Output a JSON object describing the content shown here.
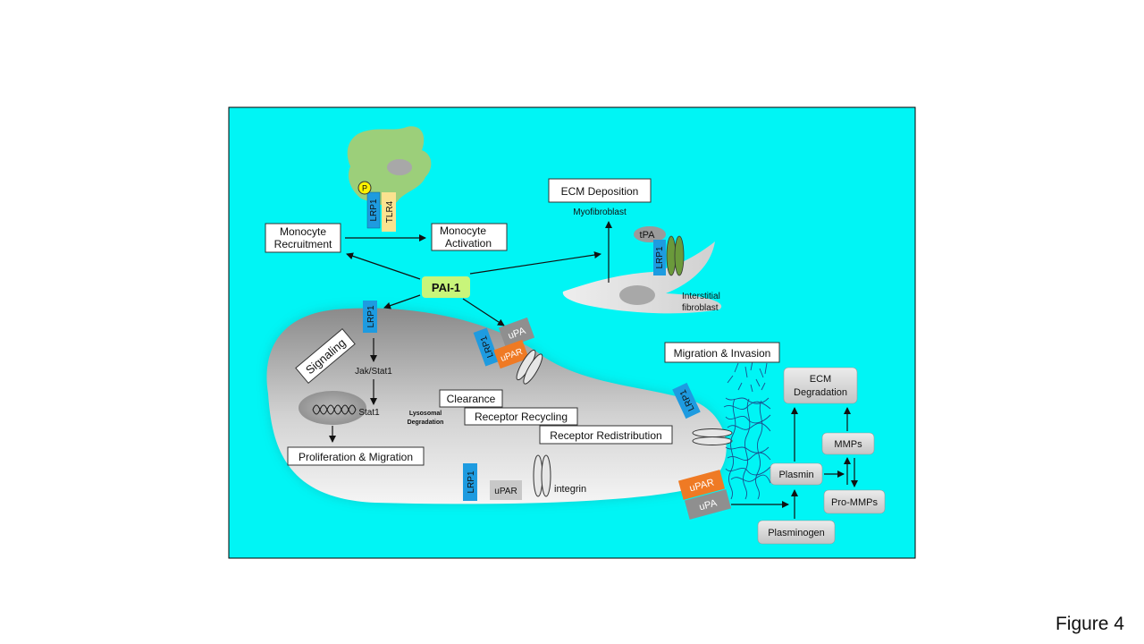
{
  "figure_label": "Figure 4",
  "center": "PAI-1",
  "monocyte": {
    "phospho": "P",
    "lrp1": "LRP1",
    "tlr4": "TLR4",
    "recruitment": [
      "Monocyte",
      "Recruitment"
    ],
    "activation": [
      "Monocyte",
      "Activation"
    ]
  },
  "fibroblast": {
    "ecm_deposition": "ECM Deposition",
    "myofibroblast": "Myofibroblast",
    "tpa": "tPA",
    "lrp1": "LRP1",
    "interstitial": [
      "Interstitial",
      "fibroblast"
    ]
  },
  "cell": {
    "lrp1_top": "LRP1",
    "signaling": "Signaling",
    "jak_stat": "Jak/Stat1",
    "stat1": "Stat1",
    "proliferation": "Proliferation & Migration",
    "lrp1_complex": "LRP1",
    "upa": "uPA",
    "upar": "uPAR",
    "clearance": "Clearance",
    "recycling": "Receptor Recycling",
    "redistribution": "Receptor Redistribution",
    "lysosomal": [
      "Lysosomal",
      "Degradation"
    ],
    "lrp1_bottom": "LRP1",
    "upar_bottom": "uPAR",
    "integrin": "integrin",
    "lrp1_right": "LRP1"
  },
  "proteolysis": {
    "migration_invasion": "Migration & Invasion",
    "ecm_degradation": [
      "ECM",
      "Degradation"
    ],
    "mmps": "MMPs",
    "plasmin": "Plasmin",
    "pro_mmps": "Pro-MMPs",
    "plasminogen": "Plasminogen",
    "upar": "uPAR",
    "upa": "uPA"
  },
  "colors": {
    "background": "#00f5f5",
    "lrp1": "#1e9be0",
    "upar": "#ef7a24",
    "upa": "#8f8f8f",
    "tlr4": "#fbe28f",
    "pai1": "#c8f57a",
    "monocyte": "#9ccf7a",
    "integrin": "#6a9a3b"
  }
}
